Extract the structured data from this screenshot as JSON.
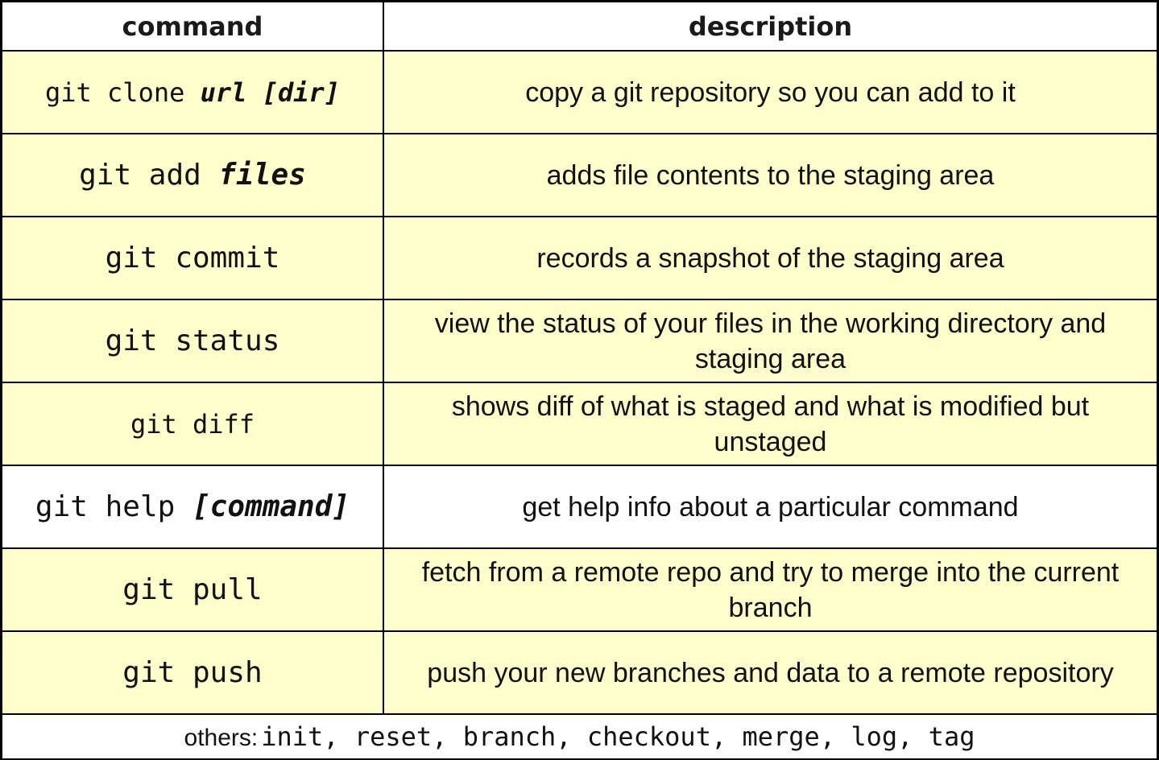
{
  "header": {
    "command": "command",
    "description": "description"
  },
  "rows": [
    {
      "cmd": "git clone",
      "arg": "url [dir]",
      "desc": "copy a git repository so you can add to it"
    },
    {
      "cmd": "git add",
      "arg": "files",
      "desc": "adds file contents to the staging area"
    },
    {
      "cmd": "git commit",
      "arg": "",
      "desc": "records a snapshot of the staging area"
    },
    {
      "cmd": "git status",
      "arg": "",
      "desc": "view the status of your files in the working directory and staging area"
    },
    {
      "cmd": "git diff",
      "arg": "",
      "desc": "shows diff of what is staged and what is modified but unstaged"
    },
    {
      "cmd": "git help",
      "arg": "[command]",
      "desc": "get help info about a particular command"
    },
    {
      "cmd": "git pull",
      "arg": "",
      "desc": "fetch from a remote repo and try to merge into the current branch"
    },
    {
      "cmd": "git push",
      "arg": "",
      "desc": "push your new branches and data to a remote repository"
    }
  ],
  "footer": {
    "label": "others:",
    "list": "init, reset, branch, checkout, merge, log, tag"
  },
  "colors": {
    "row_fill": "#ffffcc",
    "white_fill": "#ffffff",
    "border": "#000000"
  }
}
